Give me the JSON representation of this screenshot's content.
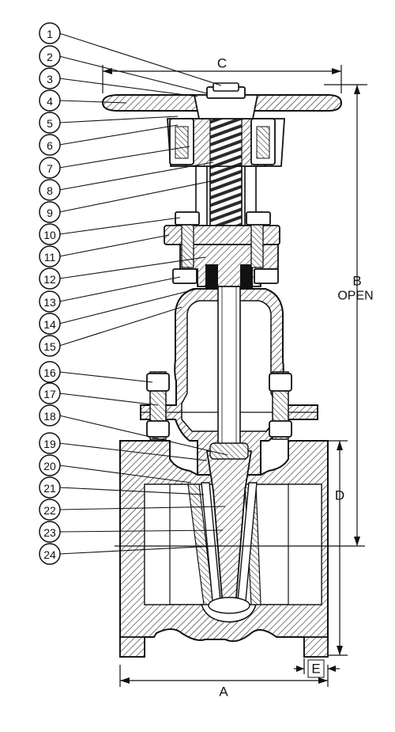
{
  "callouts": [
    "1",
    "2",
    "3",
    "4",
    "5",
    "6",
    "7",
    "8",
    "9",
    "10",
    "11",
    "12",
    "13",
    "14",
    "15",
    "16",
    "17",
    "18",
    "19",
    "20",
    "21",
    "22",
    "23",
    "24"
  ],
  "dimensions": {
    "a": "A",
    "b": "B",
    "open": "OPEN",
    "c": "C",
    "d": "D",
    "e": "E"
  },
  "colors": {
    "ink": "#111111",
    "paper": "#ffffff",
    "shade": "#c9c9c9"
  }
}
